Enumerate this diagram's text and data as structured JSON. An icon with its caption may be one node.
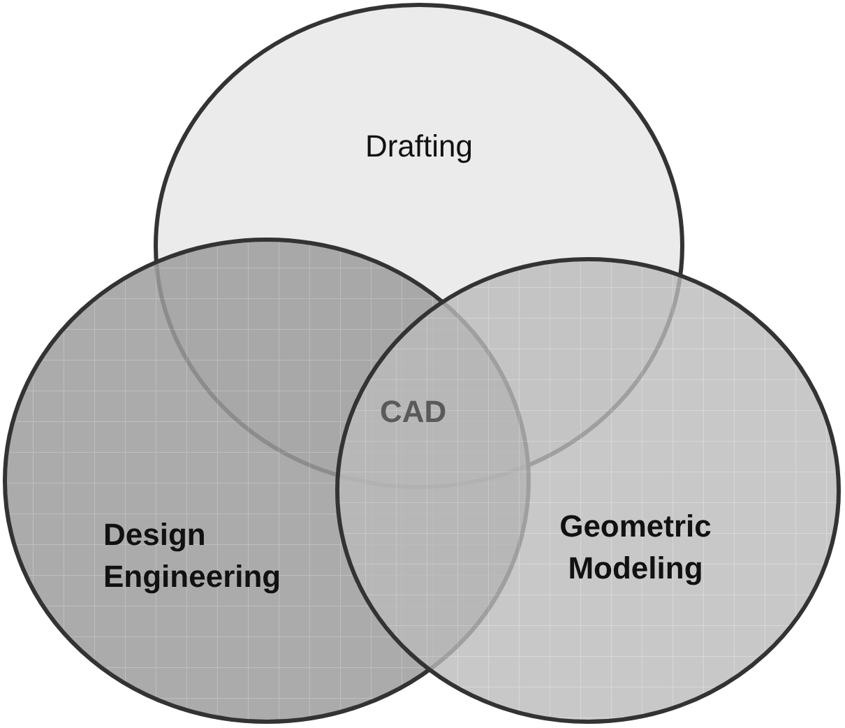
{
  "diagram": {
    "nodes": [
      {
        "text": [
          "Drafting"
        ]
      },
      {
        "text": [
          "Design Engineering"
        ]
      },
      {
        "text": [
          "Geometric Modeling"
        ]
      }
    ],
    "labels": [
      "CAD"
    ]
  }
}
